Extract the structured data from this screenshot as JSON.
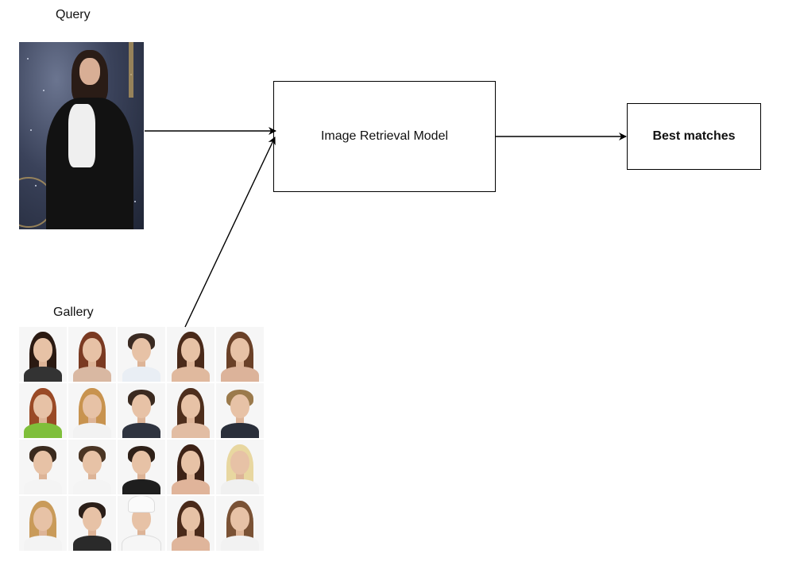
{
  "labels": {
    "query": "Query",
    "gallery": "Gallery"
  },
  "nodes": {
    "model": "Image Retrieval Model",
    "output": "Best matches"
  },
  "gallery": {
    "rows": 4,
    "cols": 5
  }
}
